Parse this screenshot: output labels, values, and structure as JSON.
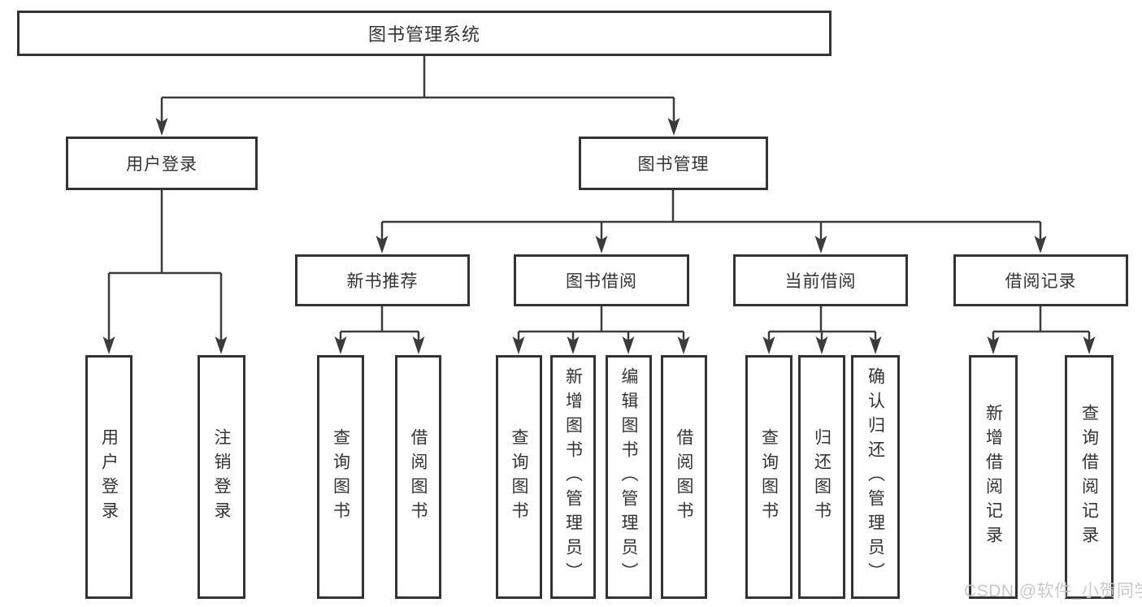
{
  "diagram_type": "tree",
  "hierarchy": {
    "label": "图书管理系统",
    "children": [
      {
        "label": "用户登录",
        "children": [
          {
            "label": "用户登录"
          },
          {
            "label": "注销登录"
          }
        ]
      },
      {
        "label": "图书管理",
        "children": [
          {
            "label": "新书推荐",
            "children": [
              {
                "label": "查询图书"
              },
              {
                "label": "借阅图书"
              }
            ]
          },
          {
            "label": "图书借阅",
            "children": [
              {
                "label": "查询图书"
              },
              {
                "label": "新增图书（管理员）"
              },
              {
                "label": "编辑图书（管理员）"
              },
              {
                "label": "借阅图书"
              }
            ]
          },
          {
            "label": "当前借阅",
            "children": [
              {
                "label": "查询图书"
              },
              {
                "label": "归还图书"
              },
              {
                "label": "确认归还（管理员）"
              }
            ]
          },
          {
            "label": "借阅记录",
            "children": [
              {
                "label": "新增借阅记录"
              },
              {
                "label": "查询借阅记录"
              }
            ]
          }
        ]
      }
    ]
  },
  "watermark": {
    "text": "CSDN @软件_小贺同学"
  },
  "colors": {
    "background": "#ffffff",
    "box_border": "#333333",
    "text": "#333333",
    "connector_line": "#3b3b3b",
    "watermark": "#c9c9c9"
  }
}
